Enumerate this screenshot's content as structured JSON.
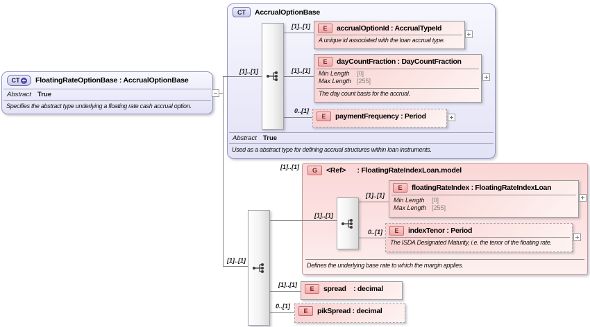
{
  "root_type": {
    "badge": "CT",
    "title": "FloatingRateOptionBase : AccrualOptionBase",
    "abstract_label": "Abstract",
    "abstract_value": "True",
    "description": "Specifies the abstract type underlying a floating rate cash accrual option."
  },
  "base_type": {
    "badge": "CT",
    "title": "AccrualOptionBase",
    "cardinality": "[1]..[1]",
    "abstract_label": "Abstract",
    "abstract_value": "True",
    "description": "Used as a abstract type for defining accrual structures within loan instruments.",
    "elements": [
      {
        "badge": "E",
        "label": "accrualOptionId : AccrualTypeId",
        "cardinality": "[1]..[1]",
        "description": "A unique id associated with the loan accrual type."
      },
      {
        "badge": "E",
        "label": "dayCountFraction : DayCountFraction",
        "cardinality": "[1]..[1]",
        "min_label": "Min Length",
        "min_value": "[0]",
        "max_label": "Max Length",
        "max_value": "[255]",
        "description": "The day count basis for the accrual."
      },
      {
        "badge": "E",
        "label": "paymentFrequency : Period",
        "cardinality": "0..[1]"
      }
    ]
  },
  "group_ref": {
    "badge": "G",
    "label": "<Ref>      : FloatingRateIndexLoan.model",
    "cardinality": "[1]..[1]",
    "inner_cardinality": "[1]..[1]",
    "description": "Defines the underlying base rate to which the margin applies.",
    "elements": [
      {
        "badge": "E",
        "label": "floatingRateIndex : FloatingRateIndexLoan",
        "cardinality": "[1]..[1]",
        "min_label": "Min Length",
        "min_value": "[0]",
        "max_label": "Max Length",
        "max_value": "[255]"
      },
      {
        "badge": "E",
        "label": "indexTenor : Period",
        "cardinality": "0..[1]",
        "description": "The ISDA Designated Maturity, i.e. the tenor of the floating rate."
      }
    ]
  },
  "extension": {
    "cardinality": "[1]..[1]",
    "elements": [
      {
        "badge": "E",
        "label": "spread    : decimal",
        "cardinality": "[1]..[1]"
      },
      {
        "badge": "E",
        "label": "pikSpread : decimal",
        "cardinality": "0..[1]"
      }
    ]
  }
}
